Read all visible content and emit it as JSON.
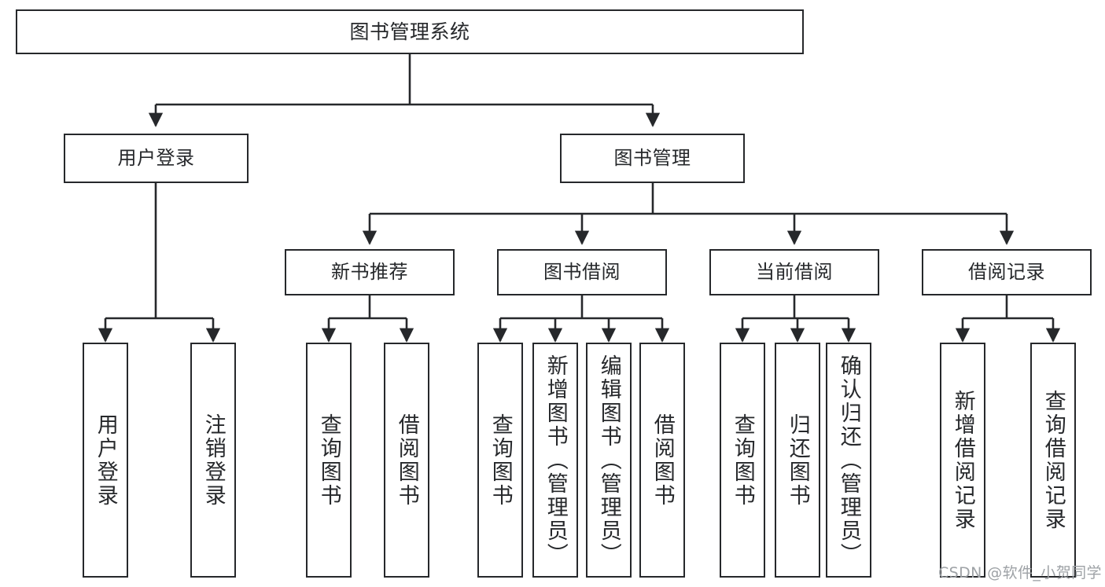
{
  "diagram": {
    "title": "图书管理系统",
    "type": "tree-hierarchy-diagram",
    "root": {
      "id": "root",
      "label": "图书管理系统"
    },
    "level2": [
      {
        "id": "user-login",
        "label": "用户登录"
      },
      {
        "id": "book-manage",
        "label": "图书管理"
      }
    ],
    "level3": [
      {
        "id": "new-book-recommend",
        "label": "新书推荐"
      },
      {
        "id": "book-borrow",
        "label": "图书借阅"
      },
      {
        "id": "current-borrow",
        "label": "当前借阅"
      },
      {
        "id": "borrow-record",
        "label": "借阅记录"
      }
    ],
    "leaves": {
      "user_login": [
        {
          "id": "leaf-user-login",
          "label": "用户登录"
        },
        {
          "id": "leaf-logout-login",
          "label": "注销登录"
        }
      ],
      "new_book_recommend": [
        {
          "id": "leaf-query-book-1",
          "label": "查询图书"
        },
        {
          "id": "leaf-borrow-book-1",
          "label": "借阅图书"
        }
      ],
      "book_borrow": [
        {
          "id": "leaf-query-book-2",
          "label": "查询图书"
        },
        {
          "id": "leaf-add-book",
          "label": "新增图书（管理员）"
        },
        {
          "id": "leaf-edit-book",
          "label": "编辑图书（管理员）"
        },
        {
          "id": "leaf-borrow-book-2",
          "label": "借阅图书"
        }
      ],
      "current_borrow": [
        {
          "id": "leaf-query-book-3",
          "label": "查询图书"
        },
        {
          "id": "leaf-return-book",
          "label": "归还图书"
        },
        {
          "id": "leaf-confirm-return",
          "label": "确认归还（管理员）"
        }
      ],
      "borrow_record": [
        {
          "id": "leaf-add-record",
          "label": "新增借阅记录"
        },
        {
          "id": "leaf-query-record",
          "label": "查询借阅记录"
        }
      ]
    },
    "colors": {
      "stroke": "#26282b",
      "fill": "#ffffff",
      "text": "#26282b",
      "watermark": "#9ea2a6"
    }
  },
  "watermark": {
    "text": "CSDN @软件_小贺同学"
  }
}
